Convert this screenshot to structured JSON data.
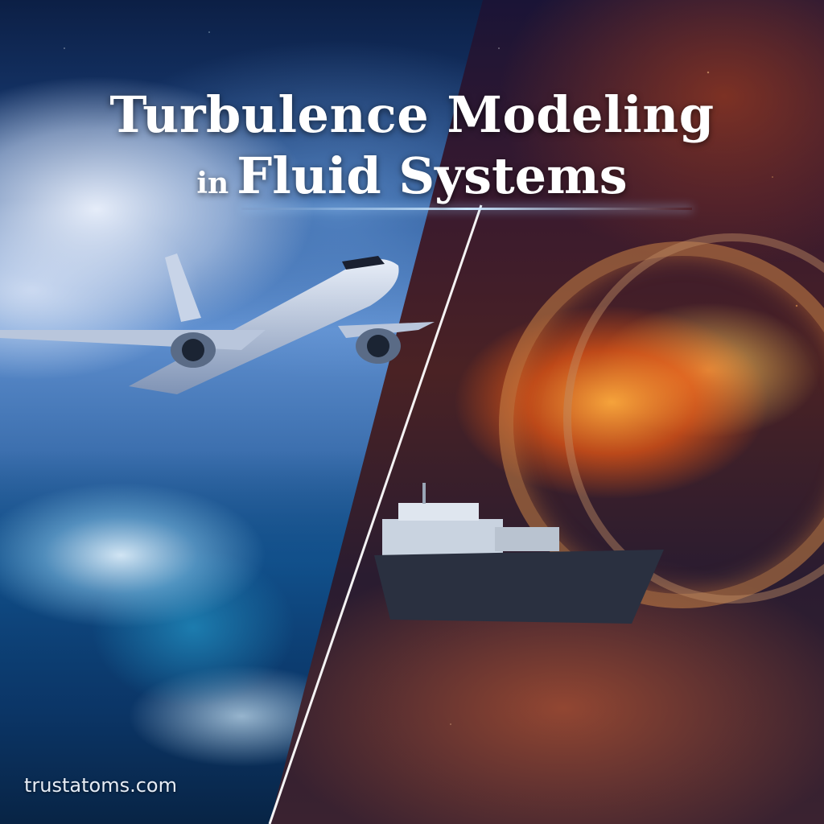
{
  "title": {
    "line1": "Turbulence Modeling",
    "line2_prefix": "in",
    "line2_main": "Fluid Systems"
  },
  "watermark": "trustatoms.com",
  "scene": {
    "left_panel": {
      "subject": "airplane over ocean waves",
      "palette": [
        "#0c1f45",
        "#5f8fcf",
        "#0e3e70"
      ]
    },
    "right_panel": {
      "subject": "ship and fiery turbine vortex",
      "palette": [
        "#1a1436",
        "#f0781e",
        "#ffc35a"
      ]
    },
    "divider_color": "#ffffff"
  }
}
